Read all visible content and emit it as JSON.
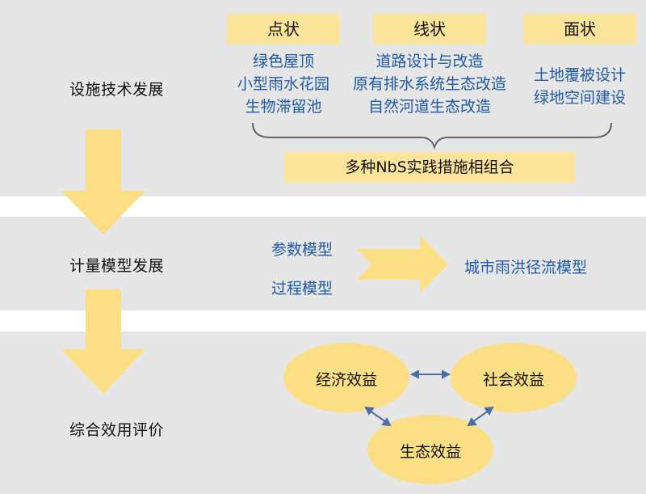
{
  "colors": {
    "band_gray": "#e6e6e6",
    "highlight_yellow": "#fce59a",
    "arrow_yellow": "#fcdf85",
    "text_blue": "#1f5aa8",
    "connector_blue": "#4a6fa5"
  },
  "stages": [
    {
      "label": "设施技术发展"
    },
    {
      "label": "计量模型发展"
    },
    {
      "label": "综合效用评价"
    }
  ],
  "facility": {
    "categories": [
      {
        "label": "点状",
        "items": [
          "绿色屋顶",
          "小型雨水花园",
          "生物滞留池"
        ]
      },
      {
        "label": "线状",
        "items": [
          "道路设计与改造",
          "原有排水系统生态改造",
          "自然河道生态改造"
        ]
      },
      {
        "label": "面状",
        "items": [
          "土地覆被设计",
          "绿地空间建设"
        ]
      }
    ],
    "combination": "多种NbS实践措施相组合"
  },
  "models": {
    "inputs": [
      "参数模型",
      "过程模型"
    ],
    "output": "城市雨洪径流模型"
  },
  "benefits": {
    "economic": "经济效益",
    "social": "社会效益",
    "ecological": "生态效益"
  }
}
